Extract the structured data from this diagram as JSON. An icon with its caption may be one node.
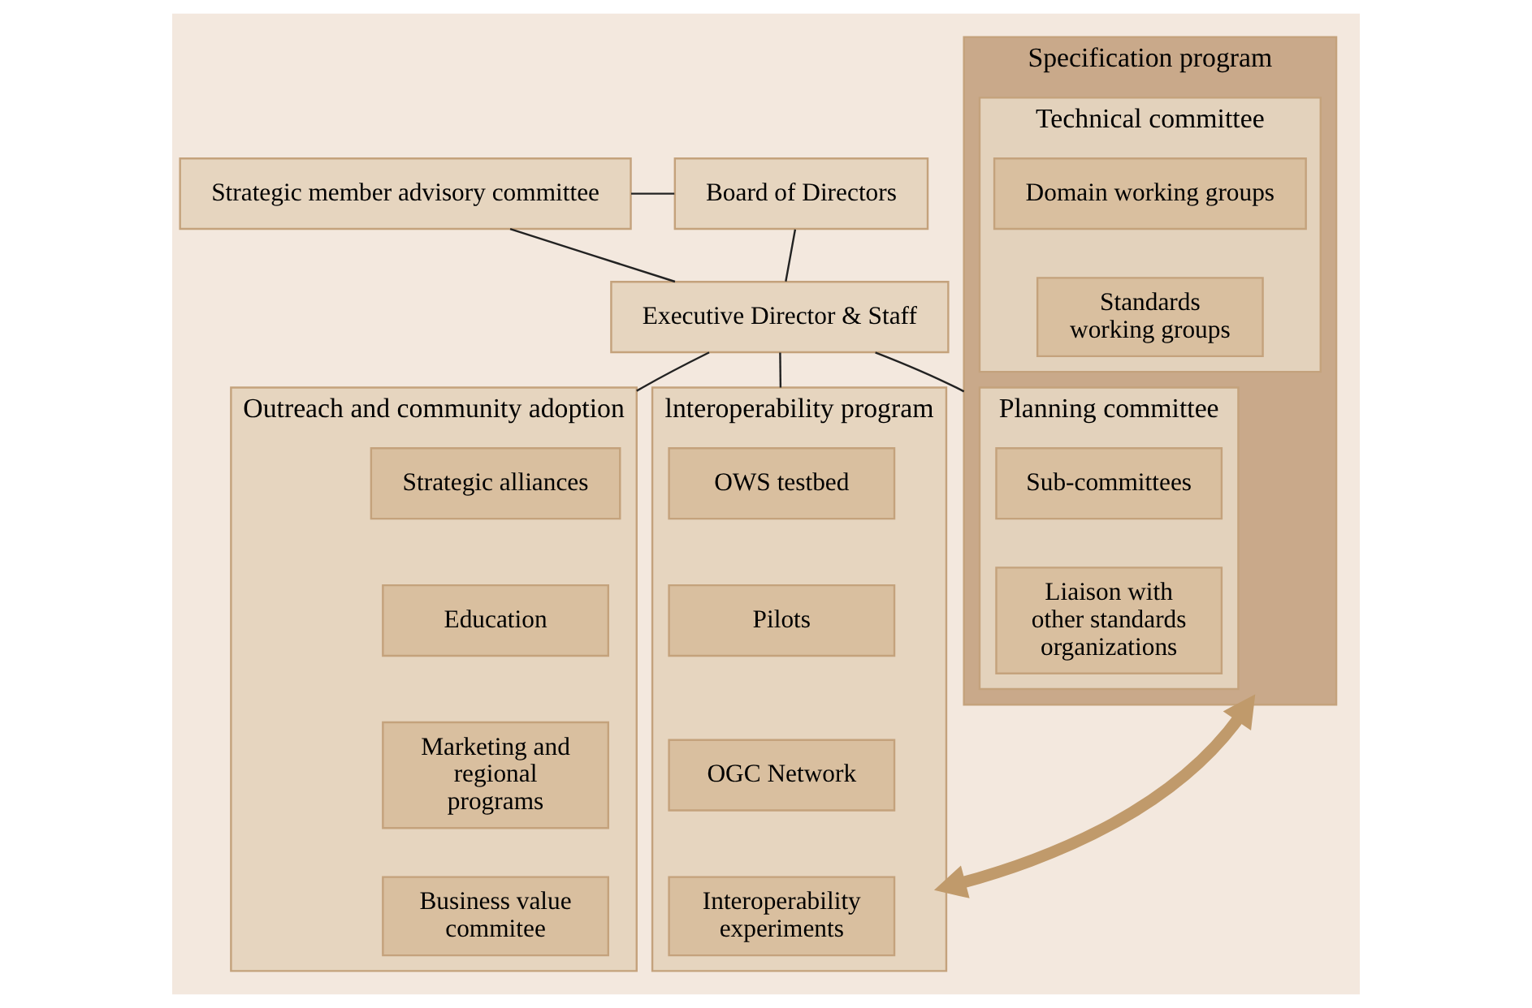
{
  "diagram": {
    "nodes": [
      {
        "text": [
          "Strategic member advisory committee"
        ]
      },
      {
        "text": [
          "Board of Directors"
        ]
      },
      {
        "text": [
          "Executive Director & Staff"
        ]
      },
      {
        "text": [
          "Specification program"
        ]
      },
      {
        "text": [
          "Planning committee"
        ],
        "in": 3
      },
      {
        "text": [
          "Sub-committees"
        ],
        "in": 4
      },
      {
        "text": [
          "Liaison with other standards organizations"
        ],
        "in": 4
      },
      {
        "text": [
          "Technical committee"
        ],
        "in": 3
      },
      {
        "text": [
          "Domain working groups"
        ],
        "in": 7
      },
      {
        "text": [
          "Standards working groups"
        ],
        "in": 7
      },
      {
        "text": [
          "lnteroperability program"
        ]
      },
      {
        "text": [
          "OWS testbed"
        ],
        "in": 10
      },
      {
        "text": [
          "Pilots"
        ],
        "in": 10
      },
      {
        "text": [
          "OGC Network"
        ],
        "in": 10
      },
      {
        "text": [
          "Interoperability experiments"
        ],
        "in": 10
      },
      {
        "text": [
          "Outreach and community adoption"
        ]
      },
      {
        "text": [
          "Strategic alliances"
        ],
        "in": 15
      },
      {
        "text": [
          "Education"
        ],
        "in": 15
      },
      {
        "text": [
          "Marketing and regional programs"
        ],
        "in": 15
      },
      {
        "text": [
          "Business value commitee"
        ],
        "in": 15
      }
    ],
    "edges": [
      {
        "from": 0,
        "to": 1,
        "arrow": "none"
      },
      {
        "from": 0,
        "to": 2,
        "arrow": "none"
      },
      {
        "from": 1,
        "to": 2,
        "arrow": "none"
      },
      {
        "from": 2,
        "to": 3,
        "arrow": "none"
      },
      {
        "from": 2,
        "to": 10,
        "arrow": "none"
      },
      {
        "from": 2,
        "to": 15,
        "arrow": "none"
      },
      {
        "from": 3,
        "to": 10,
        "arrow": "both",
        "style": "thick",
        "color": "#c09a6b"
      }
    ]
  }
}
